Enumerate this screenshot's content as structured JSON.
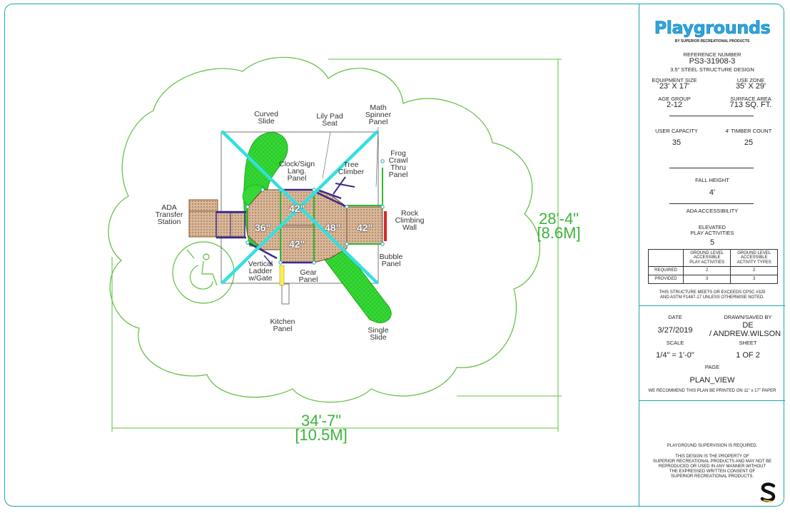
{
  "colors": {
    "frame": "#1aa7a7",
    "zone": "#5cbf3c",
    "slide": "#2ed12e",
    "deck": "#cfa98a",
    "frame_steel": "#3a2a8a",
    "cross": "#33e0e0",
    "dimension": "#3ab43a"
  },
  "plan": {
    "labels": {
      "curved_slide": "Curved\nSlide",
      "lily_pad_seat": "Lily Pad\nSeat",
      "math_spinner_panel": "Math\nSpinner\nPanel",
      "frog_crawl_thru_panel": "Frog\nCrawl\nThru\nPanel",
      "clock_sign_lang_panel": "Clock/Sign\nLang.\nPanel",
      "tree_climber": "Tree\nClimber",
      "ada_transfer_station": "ADA\nTransfer\nStation",
      "rock_climbing_wall": "Rock\nClimbing\nWall",
      "bubble_panel": "Bubble\nPanel",
      "vertical_ladder": "Vertical\nLadder\nw/Gate",
      "gear_panel": "Gear\nPanel",
      "kitchen_panel": "Kitchen\nPanel",
      "single_slide": "Single\nSlide"
    },
    "decks": {
      "d36": "36\"",
      "d42_top": "42\"",
      "d42_bottom": "42\"",
      "d48": "48\"",
      "d42_right": "42\""
    },
    "dimensions": {
      "height_ft": "28'-4\"",
      "height_m": "[8.6M]",
      "width_ft": "34'-7\"",
      "width_m": "[10.5M]"
    }
  },
  "title_block": {
    "logo": "Playgrounds",
    "logo_sub": "BY SUPERIOR RECREATIONAL PRODUCTS",
    "reference_label": "REFERENCE NUMBER",
    "reference_number": "PS3-31908-3",
    "design": "3.5\" STEEL STRUCTURE DESIGN",
    "equipment_size_label": "EQUIPMENT SIZE",
    "equipment_size": "23' X 17'",
    "use_zone_label": "USE ZONE",
    "use_zone": "35' X 29'",
    "age_group_label": "AGE GROUP",
    "age_group": "2-12",
    "surface_area_label": "SURFACE AREA",
    "surface_area": "713 SQ. FT.",
    "user_capacity_label": "USER CAPACITY",
    "user_capacity": "35",
    "timber_count_label": "4' TIMBER COUNT",
    "timber_count": "25",
    "fall_height_label": "FALL HEIGHT",
    "fall_height": "4'",
    "ada_label": "ADA ACCESSIBILITY",
    "elevated_label": "ELEVATED\nPLAY ACTIVITIES",
    "elevated": "5",
    "table_head_1": "GROUND LEVEL\nACCESSIBLE\nPLAY ACTIVITIES",
    "table_head_2": "GROUND LEVEL\nACCESSIBLE\nACTIVITY TYPES",
    "required_label": "REQUIRED",
    "required_1": "2",
    "required_2": "2",
    "provided_label": "PROVIDED",
    "provided_1": "3",
    "provided_2": "3",
    "compliance": "THIS STRUCTURE MEETS OR EXCEEDS CPSC #325\nAND ASTM F1487-17 UNLESS OTHERWISE NOTED.",
    "date_label": "DATE",
    "date": "3/27/2019",
    "drawn_label": "DRAWN/SAVED BY",
    "drawn_initials": "DE",
    "drawn_name": "/ ANDREW.WILSON",
    "scale_label": "SCALE",
    "scale": "1/4\" = 1'-0\"",
    "sheet_label": "SHEET",
    "sheet": "1  OF  2",
    "page_label": "PAGE",
    "page": "PLAN_VIEW",
    "print_note": "WE RECOMMEND THIS PLAN BE PRINTED ON 11\" x 17\" PAPER",
    "supervision": "PLAYGROUND SUPERVISION IS REQUIRED.",
    "property": "THIS DESIGN IS THE PROPERTY OF\nSUPERIOR RECREATIONAL PRODUCTS AND MAY NOT BE\nREPRODUCED OR USED IN ANY MANNER WITHOUT\nTHE EXPRESSED WRITTEN CONSENT OF\nSUPERIOR RECREATIONAL PRODUCTS."
  }
}
